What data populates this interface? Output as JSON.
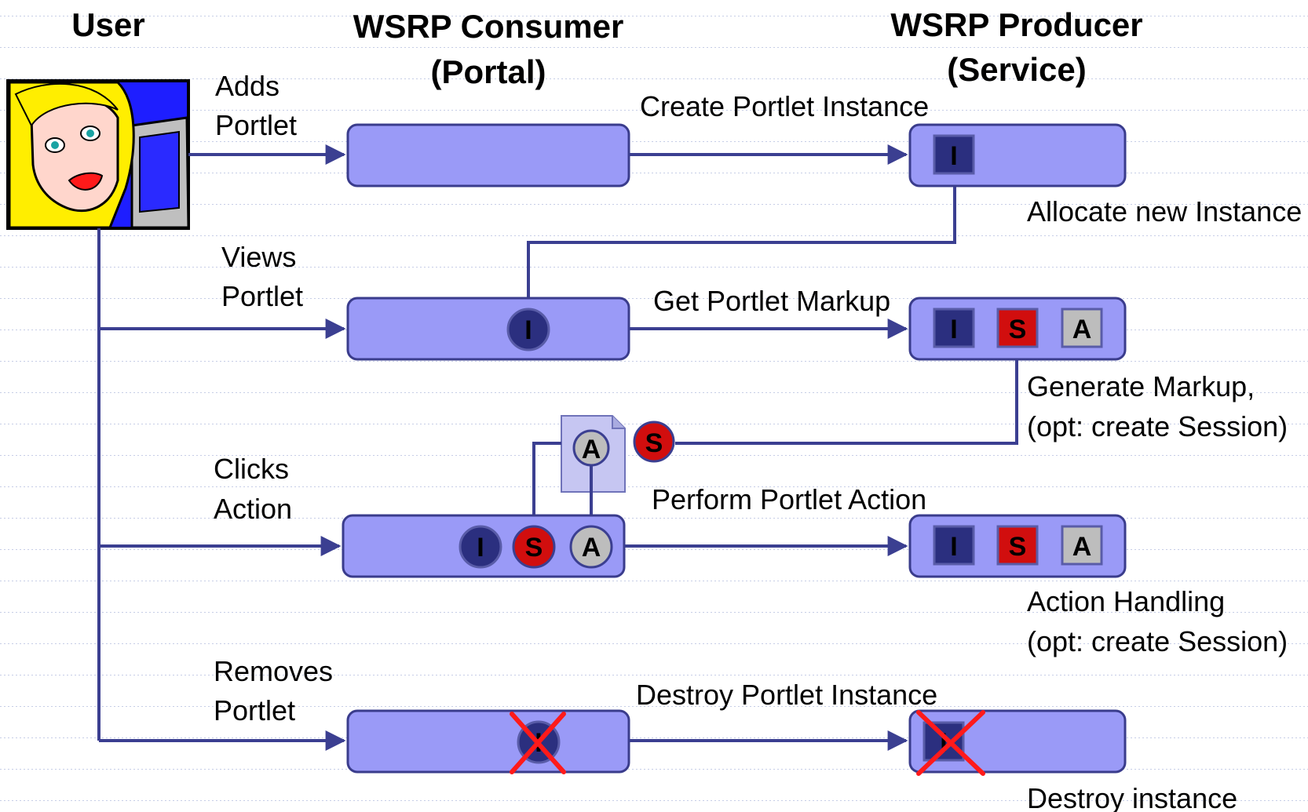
{
  "headers": {
    "user": "User",
    "consumer_line1": "WSRP Consumer",
    "consumer_line2": "(Portal)",
    "producer_line1": "WSRP Producer",
    "producer_line2": "(Service)"
  },
  "user_actions": {
    "adds": [
      "Adds",
      "Portlet"
    ],
    "views": [
      "Views",
      "Portlet"
    ],
    "clicks": [
      "Clicks",
      "Action"
    ],
    "removes": [
      "Removes",
      "Portlet"
    ]
  },
  "requests": {
    "create": "Create Portlet Instance",
    "markup": "Get Portlet Markup",
    "action": "Perform Portlet Action",
    "destroy": "Destroy Portlet Instance"
  },
  "producer_notes": {
    "allocate": "Allocate new Instance",
    "generate": [
      "Generate Markup,",
      "(opt: create Session)"
    ],
    "action": [
      "Action Handling",
      "(opt: create Session)"
    ],
    "destroy": "Destroy instance"
  },
  "tokens": {
    "instance": "I",
    "session": "S",
    "action": "A"
  },
  "colors": {
    "instance_fill": "#2b2f7f",
    "session_fill": "#d10e0e",
    "action_fill": "#bdbdbd",
    "box_fill": "#9a9af7",
    "connector": "#3b3f91",
    "delete_mark": "#ff1a1a"
  },
  "icons": {
    "user_avatar": "user-at-computer-icon",
    "document": "document-icon"
  }
}
